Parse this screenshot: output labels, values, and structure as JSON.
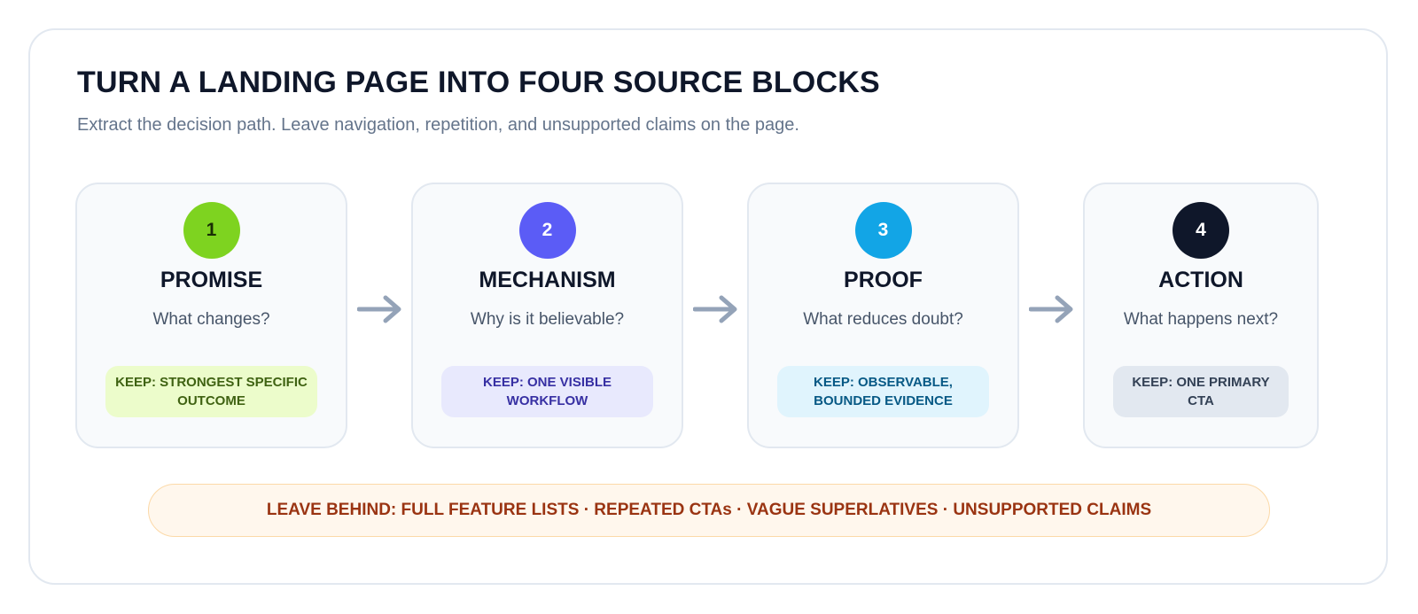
{
  "header": {
    "title": "TURN A LANDING PAGE INTO FOUR SOURCE BLOCKS",
    "subtitle": "Extract the decision path. Leave navigation, repetition, and unsupported claims on the page."
  },
  "blocks": [
    {
      "number": "1",
      "name": "PROMISE",
      "question": "What changes?",
      "keep": "KEEP: STRONGEST SPECIFIC OUTCOME",
      "badge_color": "#7ed320",
      "badge_text_color": "#1a2e05",
      "keep_bg": "#ecfccb",
      "keep_text": "#3f6212"
    },
    {
      "number": "2",
      "name": "MECHANISM",
      "question": "Why is it believable?",
      "keep": "KEEP: ONE VISIBLE WORKFLOW",
      "badge_color": "#5b5cf6",
      "badge_text_color": "#ffffff",
      "keep_bg": "#e8e9fd",
      "keep_text": "#3730a3"
    },
    {
      "number": "3",
      "name": "PROOF",
      "question": "What reduces doubt?",
      "keep": "KEEP: OBSERVABLE, BOUNDED EVIDENCE",
      "badge_color": "#12a5e6",
      "badge_text_color": "#ffffff",
      "keep_bg": "#e0f4fd",
      "keep_text": "#075985"
    },
    {
      "number": "4",
      "name": "ACTION",
      "question": "What happens next?",
      "keep": "KEEP: ONE PRIMARY CTA",
      "badge_color": "#0f172a",
      "badge_text_color": "#ffffff",
      "keep_bg": "#e2e8f0",
      "keep_text": "#334155"
    }
  ],
  "arrow_color": "#94a3b8",
  "footer": {
    "leave_behind": "LEAVE BEHIND: FULL FEATURE LISTS · REPEATED CTAs · VAGUE SUPERLATIVES · UNSUPPORTED CLAIMS"
  }
}
